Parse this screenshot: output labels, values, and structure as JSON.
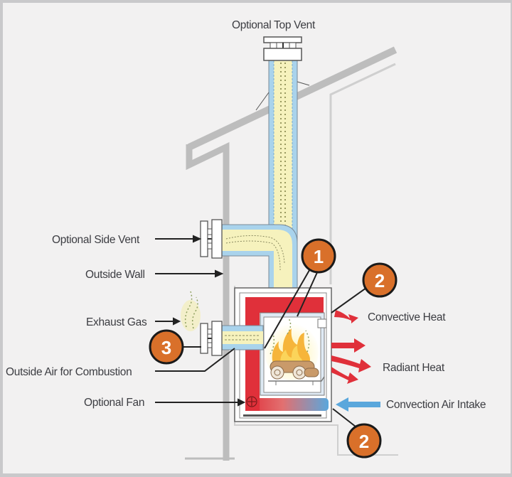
{
  "title": "Direct Vent Wood Stove Diagram",
  "labels": {
    "top_vent": "Optional Top Vent",
    "side_vent": "Optional Side Vent",
    "outside_wall": "Outside Wall",
    "exhaust_gas": "Exhaust Gas",
    "outside_air": "Outside Air for Combustion",
    "optional_fan": "Optional Fan",
    "convective_heat": "Convective Heat",
    "radiant_heat": "Radiant Heat",
    "convection_air_intake": "Convection Air Intake"
  },
  "badges": [
    {
      "number": "1"
    },
    {
      "number": "2"
    },
    {
      "number": "2"
    },
    {
      "number": "3"
    }
  ],
  "colors": {
    "badge": "#d9702a",
    "hot_air": "#e0303a",
    "cool_air": "#5aa7dc",
    "flue_insulation": "#f6f2bd",
    "flue_outer": "#a9d3ec",
    "house_outline": "#bdbdbd"
  }
}
